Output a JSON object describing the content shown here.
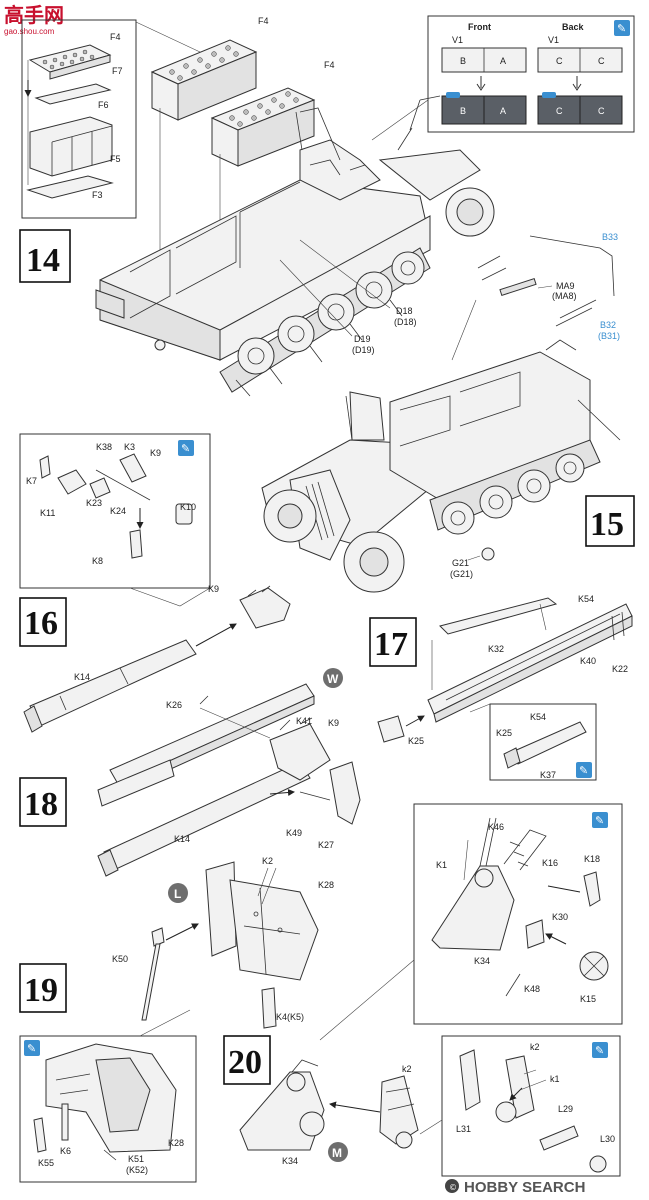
{
  "watermark": {
    "left": "高手网",
    "left_sub": "gao.shou.com",
    "right": "HOBBY SEARCH"
  },
  "steps": [
    "14",
    "15",
    "16",
    "17",
    "18",
    "19",
    "20"
  ],
  "step14": {
    "inset_labels": [
      "F4",
      "F7",
      "F6",
      "F5",
      "F3"
    ],
    "main_labels": [
      "F4",
      "F4",
      "D18",
      "(D18)",
      "D19",
      "(D19)"
    ],
    "option": {
      "front": "Front",
      "back": "Back",
      "v1_a": "V1",
      "v1_b": "V1",
      "front_cells": [
        "B",
        "A"
      ],
      "back_cells": [
        "C",
        "C"
      ],
      "front_cells_2": [
        "B",
        "A"
      ],
      "back_cells_2": [
        "C",
        "C"
      ]
    }
  },
  "step15": {
    "labels": [
      "B33",
      "MA9",
      "(MA8)",
      "B32",
      "(B31)",
      "G21",
      "(G21)"
    ]
  },
  "step16": {
    "inset_labels": [
      "K38",
      "K3",
      "K9",
      "K7",
      "K23",
      "K11",
      "K24",
      "K10",
      "K8"
    ],
    "main_labels": [
      "K9",
      "K14"
    ]
  },
  "step17": {
    "labels": [
      "K54",
      "K32",
      "K40",
      "K22",
      "K25",
      "K54",
      "K25",
      "K37"
    ]
  },
  "step18": {
    "marker": "W",
    "labels": [
      "K26",
      "K41",
      "K9",
      "K14",
      "K49",
      "K27"
    ]
  },
  "step19": {
    "marker": "L",
    "labels": [
      "K2",
      "K28",
      "K50",
      "K4(K5)"
    ],
    "inset_labels": [
      "K55",
      "K6",
      "K51",
      "(K52)",
      "K28"
    ]
  },
  "step20": {
    "marker": "M",
    "inset_labels": [
      "K46",
      "K1",
      "K16",
      "K18",
      "K30",
      "K34",
      "K48",
      "K15"
    ],
    "main_labels": [
      "k2",
      "K34"
    ],
    "inset2_labels": [
      "k2",
      "k1",
      "L31",
      "L29",
      "L30"
    ]
  },
  "colors": {
    "line": "#333333",
    "blue": "#3a8fd0",
    "shade": "#5a5f66",
    "marker": "#6e6e6e"
  }
}
